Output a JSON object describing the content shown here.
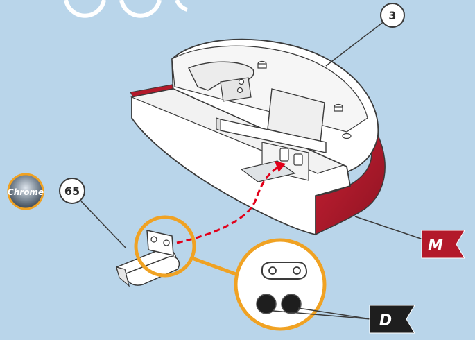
{
  "diagram": {
    "part_labels": {
      "body": "3",
      "hinge": "65"
    },
    "finish_badge": "Chrome",
    "flags": {
      "paint_m": "M",
      "paint_d": "D"
    },
    "colors": {
      "background": "#b9d5ea",
      "accent_red": "#b3192a",
      "accent_orange": "#f0a223",
      "outline": "#3a3a3a",
      "flag_fill": "#1e1e1e"
    }
  }
}
